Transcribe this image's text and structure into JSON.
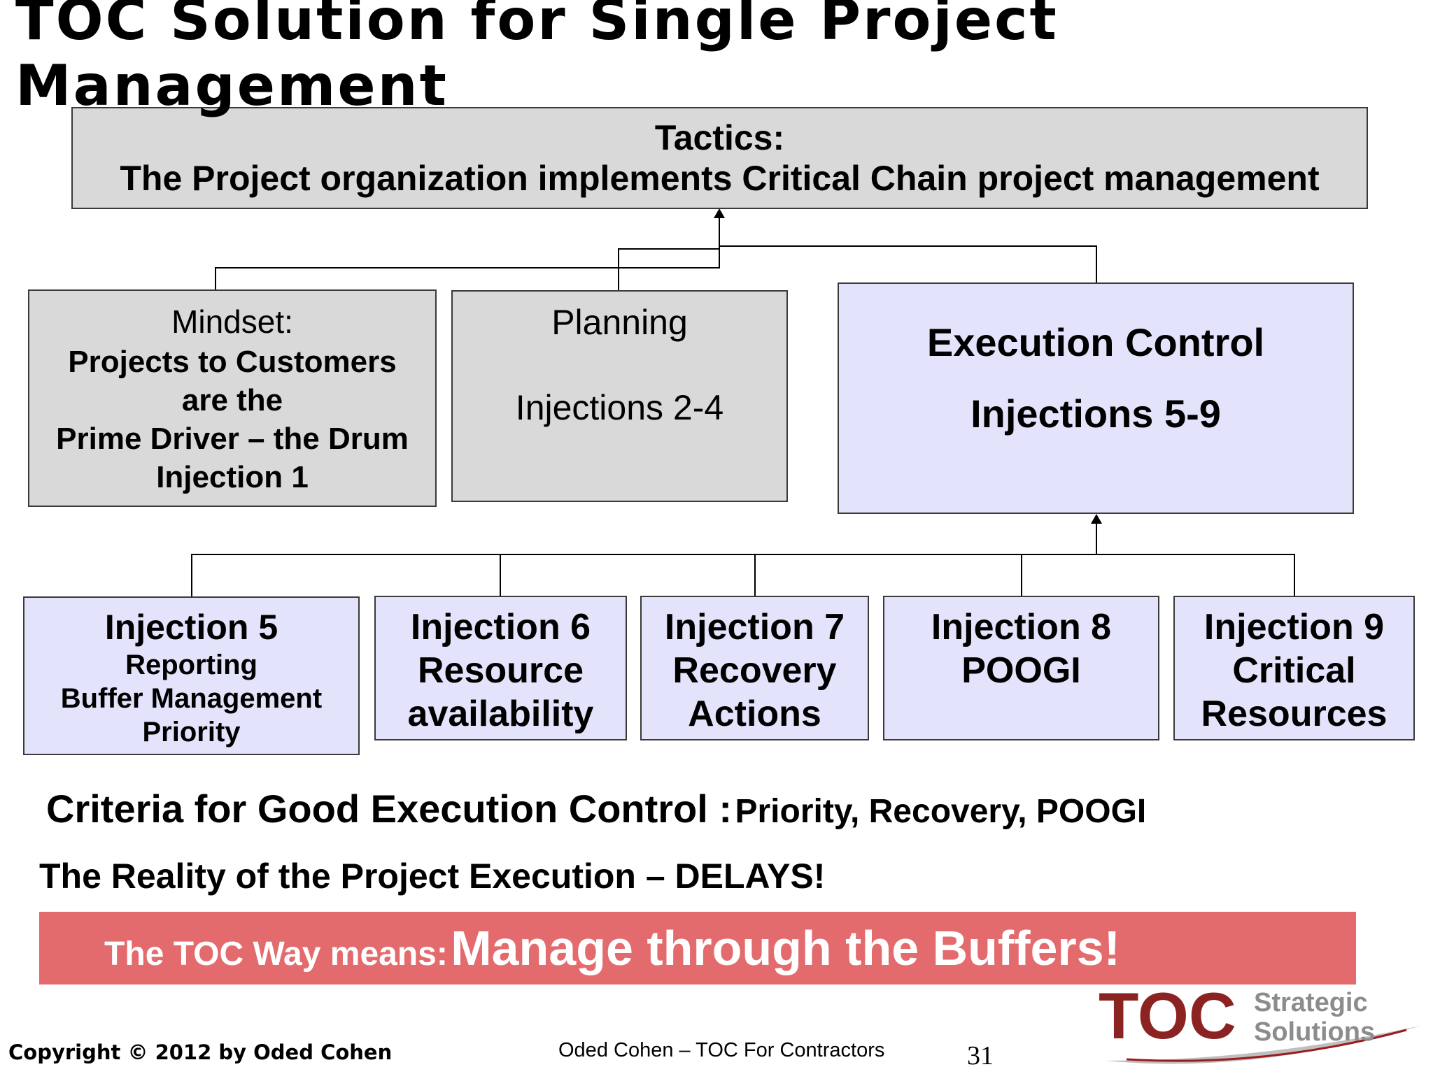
{
  "title": {
    "line1": "TOC Solution for Single Project",
    "line2": "Management"
  },
  "tactics": {
    "label": "Tactics:",
    "text": "The Project organization implements Critical Chain project management"
  },
  "mindset": {
    "l1": "Mindset:",
    "l2": "Projects to Customers",
    "l3": "are the",
    "l4": "Prime Driver – the Drum",
    "l5": "Injection 1"
  },
  "planning": {
    "l1": "Planning",
    "l2": "Injections 2-4"
  },
  "execution": {
    "l1": "Execution Control",
    "l2": "Injections 5-9"
  },
  "injections": [
    {
      "l1": "Injection 5",
      "l2": "Reporting",
      "l3": "Buffer Management",
      "l4": "Priority"
    },
    {
      "l1": "Injection 6",
      "l2": "Resource",
      "l3": "availability"
    },
    {
      "l1": "Injection 7",
      "l2": "Recovery",
      "l3": "Actions"
    },
    {
      "l1": "Injection 8",
      "l2": "POOGI"
    },
    {
      "l1": "Injection 9",
      "l2": "Critical",
      "l3": "Resources"
    }
  ],
  "criteria": {
    "main": "Criteria for Good Execution Control :",
    "items": "Priority, Recovery, POOGI"
  },
  "reality": "The Reality of the Project Execution – DELAYS!",
  "banner": {
    "small": "The TOC Way means:",
    "large": "Manage through the Buffers!",
    "color": "#e36b6e"
  },
  "footer": {
    "copyright": "Copyright © 2012 by Oded Cohen",
    "center": "Oded Cohen – TOC For Contractors",
    "page": "31"
  },
  "logo": {
    "main": "TOC",
    "sub1": "Strategic",
    "sub2": "Solutions"
  }
}
